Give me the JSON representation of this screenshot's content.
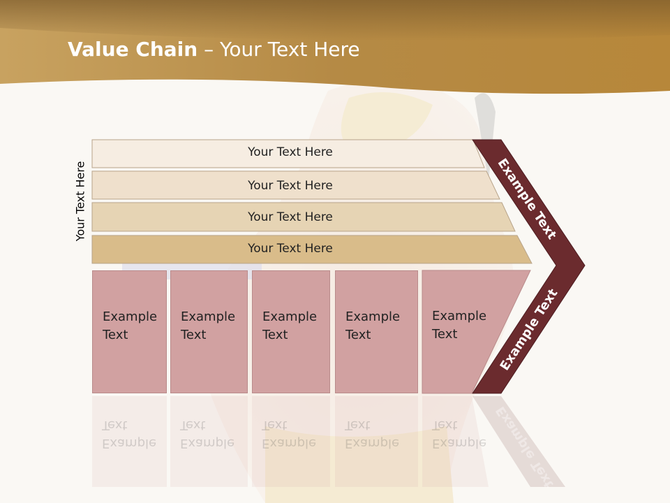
{
  "slide": {
    "title_bold": "Value Chain",
    "title_rest": " – Your Text Here",
    "vertical_label": "Your Text Here"
  },
  "bars": [
    {
      "label": "Your Text Here"
    },
    {
      "label": "Your Text Here"
    },
    {
      "label": "Your Text Here"
    },
    {
      "label": "Your Text Here"
    }
  ],
  "boxes": [
    {
      "text": "Example\nText"
    },
    {
      "text": "Example\nText"
    },
    {
      "text": "Example\nText"
    },
    {
      "text": "Example\nText"
    },
    {
      "text": "Example\nText"
    }
  ],
  "chevron": {
    "upper_text": "Example Text",
    "lower_text": "Example Text"
  },
  "colors": {
    "header_gold": "#b88a3c",
    "chevron_maroon": "#6b2b2e",
    "box_pink": "#d1a1a1"
  }
}
